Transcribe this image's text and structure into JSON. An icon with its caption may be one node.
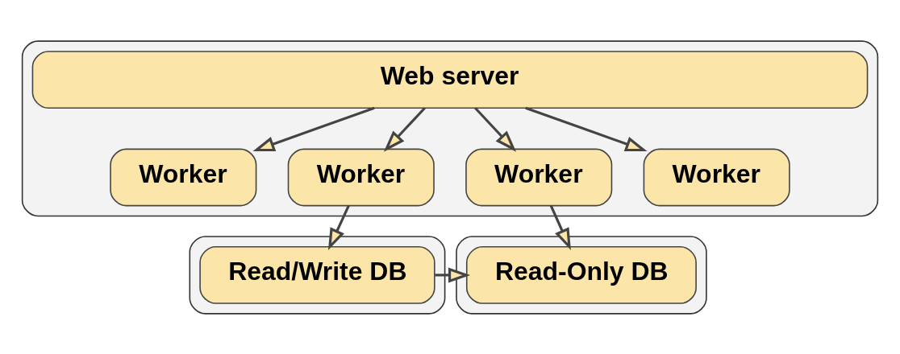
{
  "diagram": {
    "nodes": [
      {
        "text": [],
        "shape": "box"
      },
      {
        "text": [
          "Web server"
        ],
        "in": 0
      },
      {
        "text": [
          "Worker"
        ],
        "in": 0
      },
      {
        "text": [
          "Worker"
        ],
        "in": 0
      },
      {
        "text": [
          "Worker"
        ],
        "in": 0
      },
      {
        "text": [
          "Worker"
        ],
        "in": 0
      },
      {
        "text": [],
        "shape": "box"
      },
      {
        "text": [
          "Read/Write DB"
        ],
        "in": 6
      },
      {
        "text": [],
        "shape": "box"
      },
      {
        "text": [
          "Read-Only DB"
        ],
        "in": 8
      }
    ],
    "edges": [
      {
        "from": 1,
        "to": 2,
        "arrow": "to"
      },
      {
        "from": 1,
        "to": 3,
        "arrow": "to"
      },
      {
        "from": 1,
        "to": 4,
        "arrow": "to"
      },
      {
        "from": 1,
        "to": 5,
        "arrow": "to"
      },
      {
        "from": 3,
        "to": 7,
        "arrow": "to"
      },
      {
        "from": 4,
        "to": 9,
        "arrow": "to"
      },
      {
        "from": 7,
        "to": 9,
        "arrow": "to"
      }
    ]
  }
}
